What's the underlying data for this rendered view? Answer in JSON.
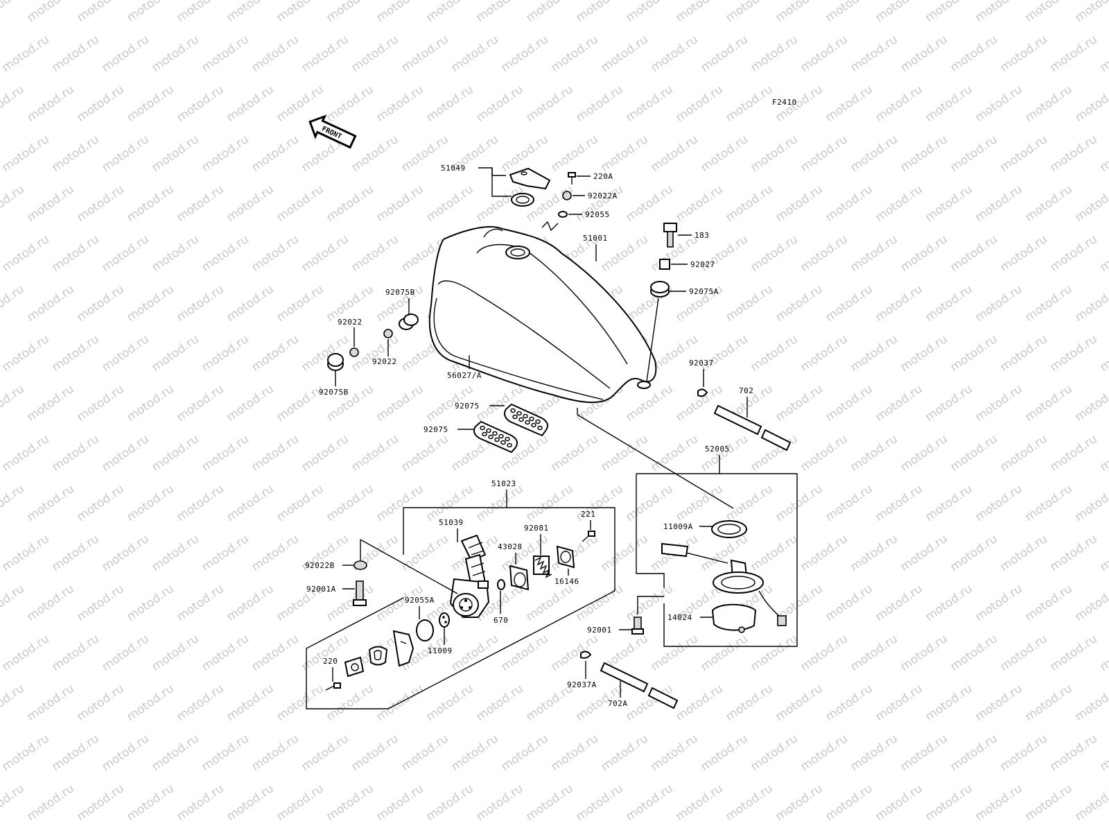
{
  "diagram": {
    "figure_code": "F2410",
    "front_arrow_label": "FRONT",
    "watermark_text": "motod.ru",
    "colors": {
      "line": "#000000",
      "watermark": "#c9c9c9",
      "background": "#ffffff"
    },
    "parts": {
      "p51049": "51049",
      "p220A": "220A",
      "p92022A": "92022A",
      "p92055": "92055",
      "p51001": "51001",
      "p183": "183",
      "p92027": "92027",
      "p92075A": "92075A",
      "p92075B_top": "92075B",
      "p92022_left": "92022",
      "p92022_right": "92022",
      "p92075B_bottom": "92075B",
      "p56027A": "56027/A",
      "p92075_a": "92075",
      "p92075_b": "92075",
      "p92037": "92037",
      "p702": "702",
      "p52005": "52005",
      "p51023": "51023",
      "p221": "221",
      "p51039": "51039",
      "p92081": "92081",
      "p43028": "43028",
      "p16146": "16146",
      "p92022B": "92022B",
      "p92001A": "92001A",
      "p92055A": "92055A",
      "p670": "670",
      "p11009": "11009",
      "p220": "220",
      "p11009A": "11009A",
      "p14024": "14024",
      "p92001": "92001",
      "p92037A": "92037A",
      "p702A": "702A"
    }
  }
}
